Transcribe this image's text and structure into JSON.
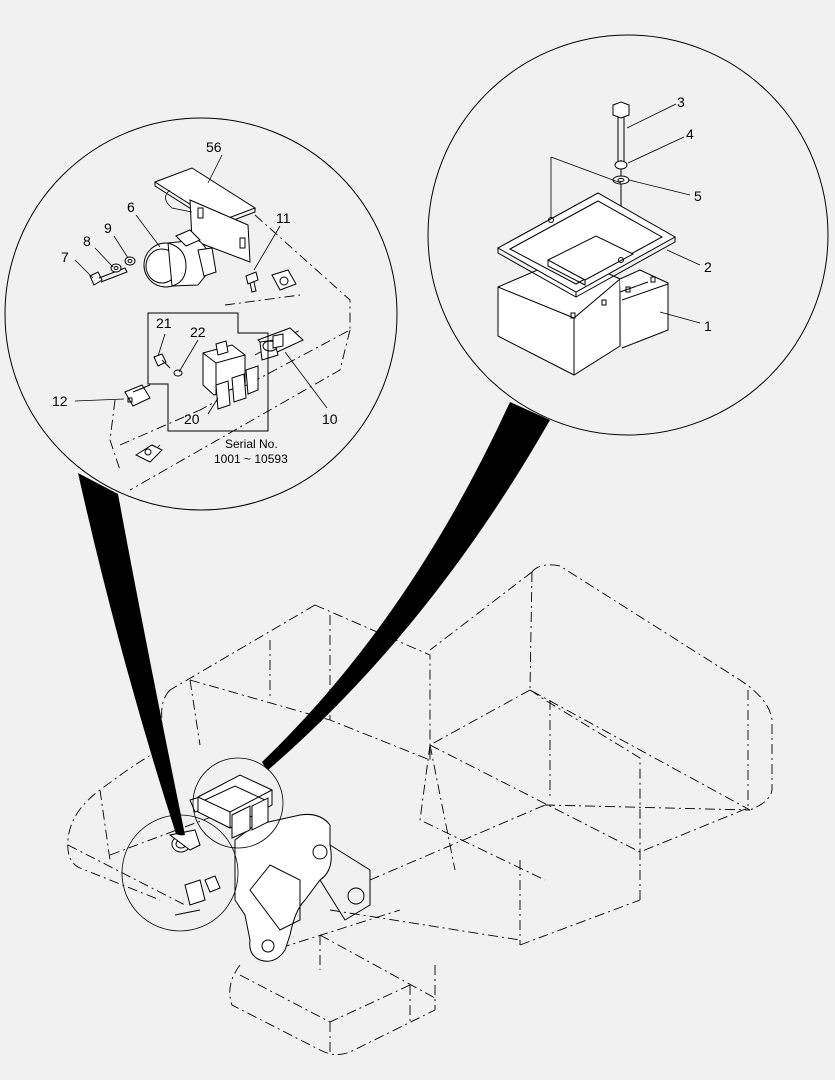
{
  "callouts": {
    "c1": "1",
    "c2": "2",
    "c3": "3",
    "c4": "4",
    "c5": "5",
    "c6": "6",
    "c7": "7",
    "c8": "8",
    "c9": "9",
    "c10": "10",
    "c11": "11",
    "c12": "12",
    "c20": "20",
    "c21": "21",
    "c22": "22",
    "c56": "56"
  },
  "serial_note": {
    "line1": "Serial No.",
    "line2": "1001 ~ 10593"
  }
}
